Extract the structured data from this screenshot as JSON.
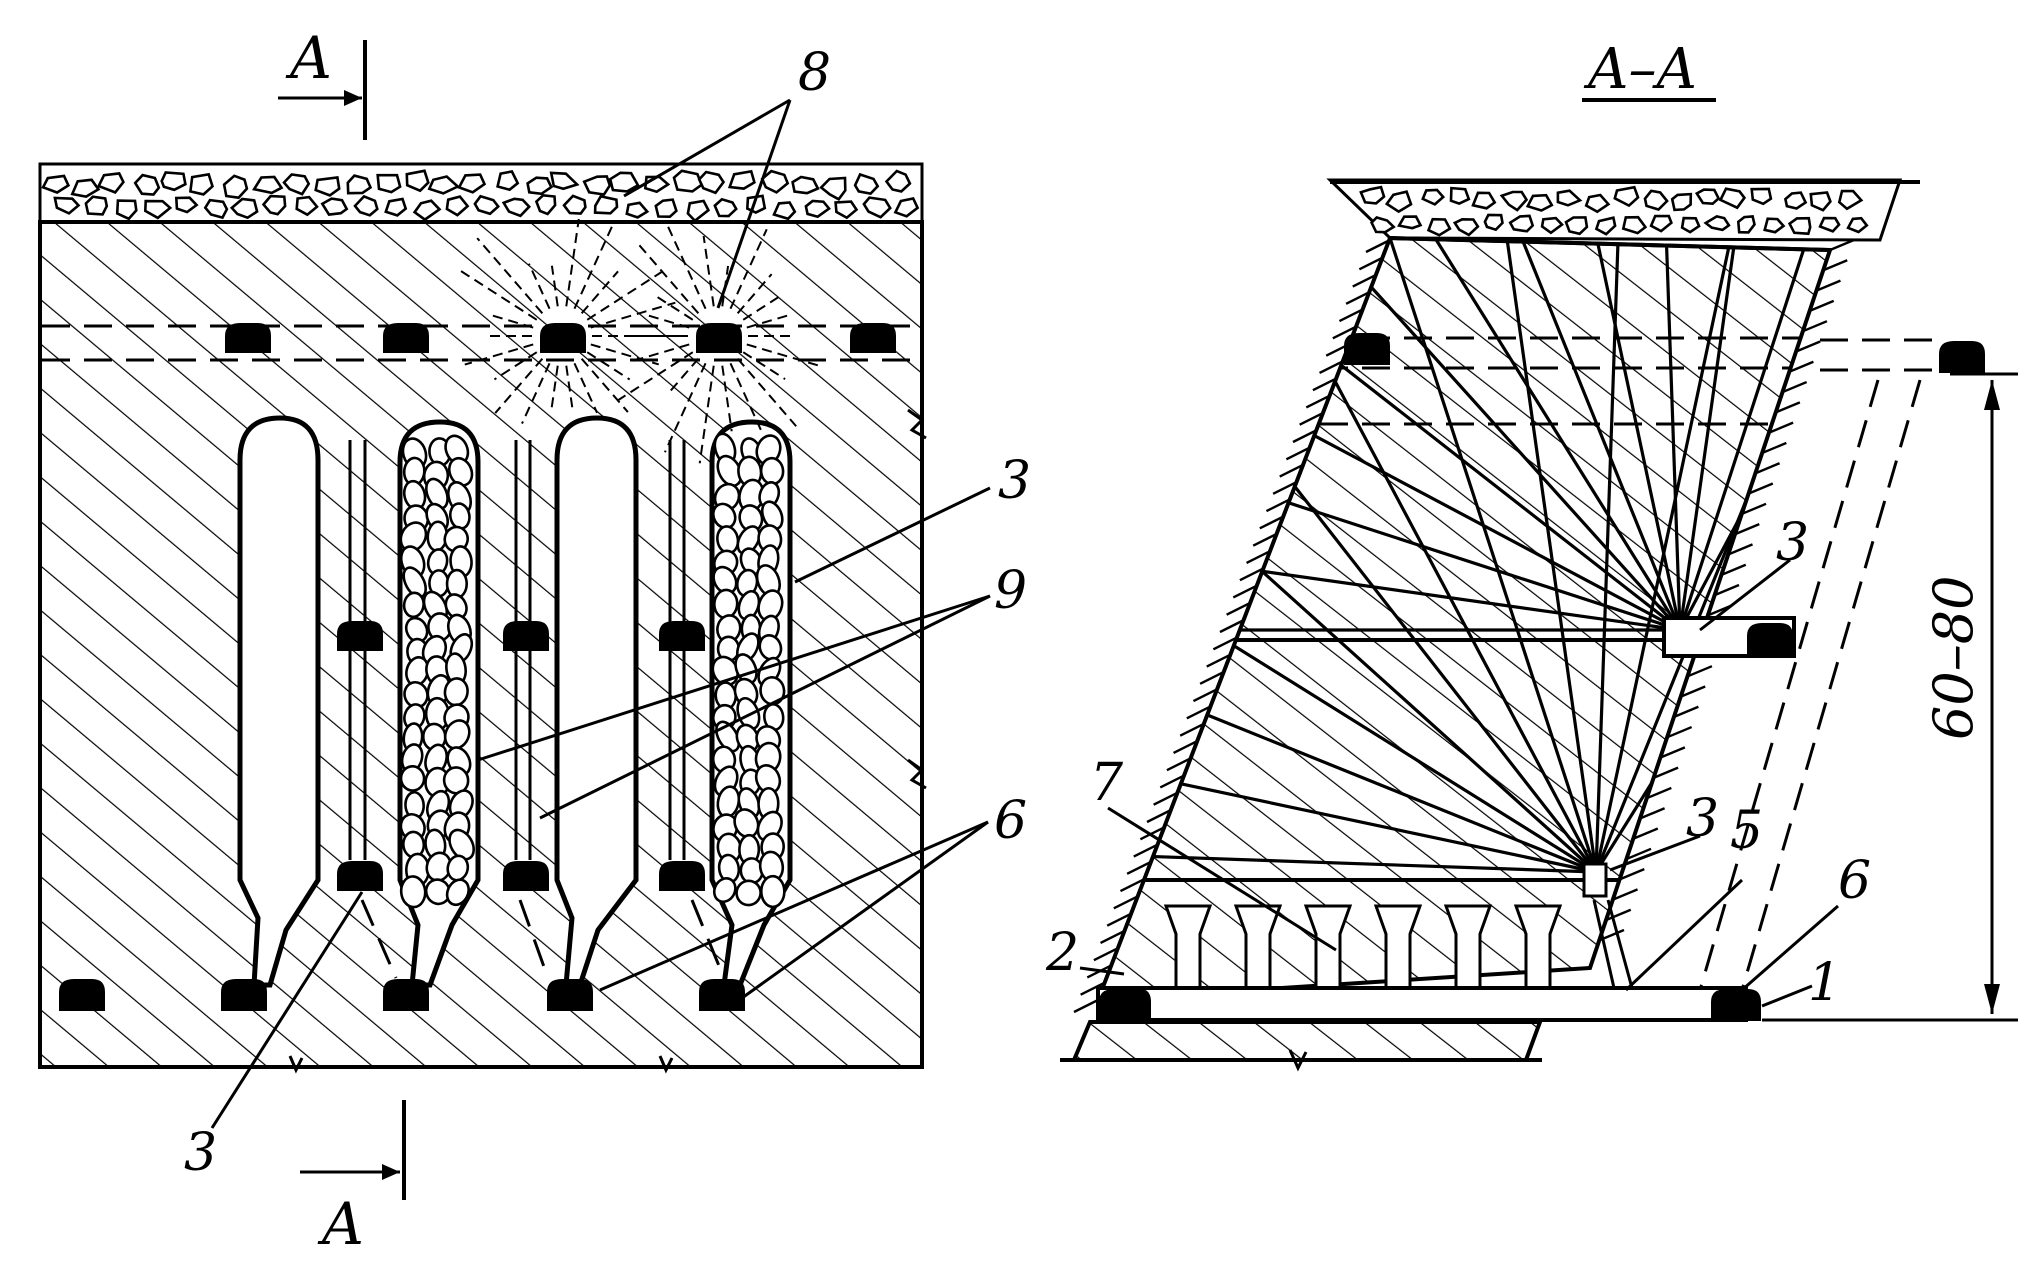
{
  "plan_view": {
    "section_mark_top": "A",
    "section_mark_bottom": "A",
    "callouts": {
      "label_8": "8",
      "label_3_right": "3",
      "label_9": "9",
      "label_6": "6",
      "label_3_bottom": "3"
    }
  },
  "section_view": {
    "title": "A–A",
    "dimension": "60–80",
    "callouts": {
      "label_3_upper": "3",
      "label_3_lower": "3",
      "label_7": "7",
      "label_5": "5",
      "label_6": "6",
      "label_2": "2",
      "label_1": "1"
    }
  },
  "colors": {
    "ink": "#000000",
    "paper": "#ffffff"
  }
}
